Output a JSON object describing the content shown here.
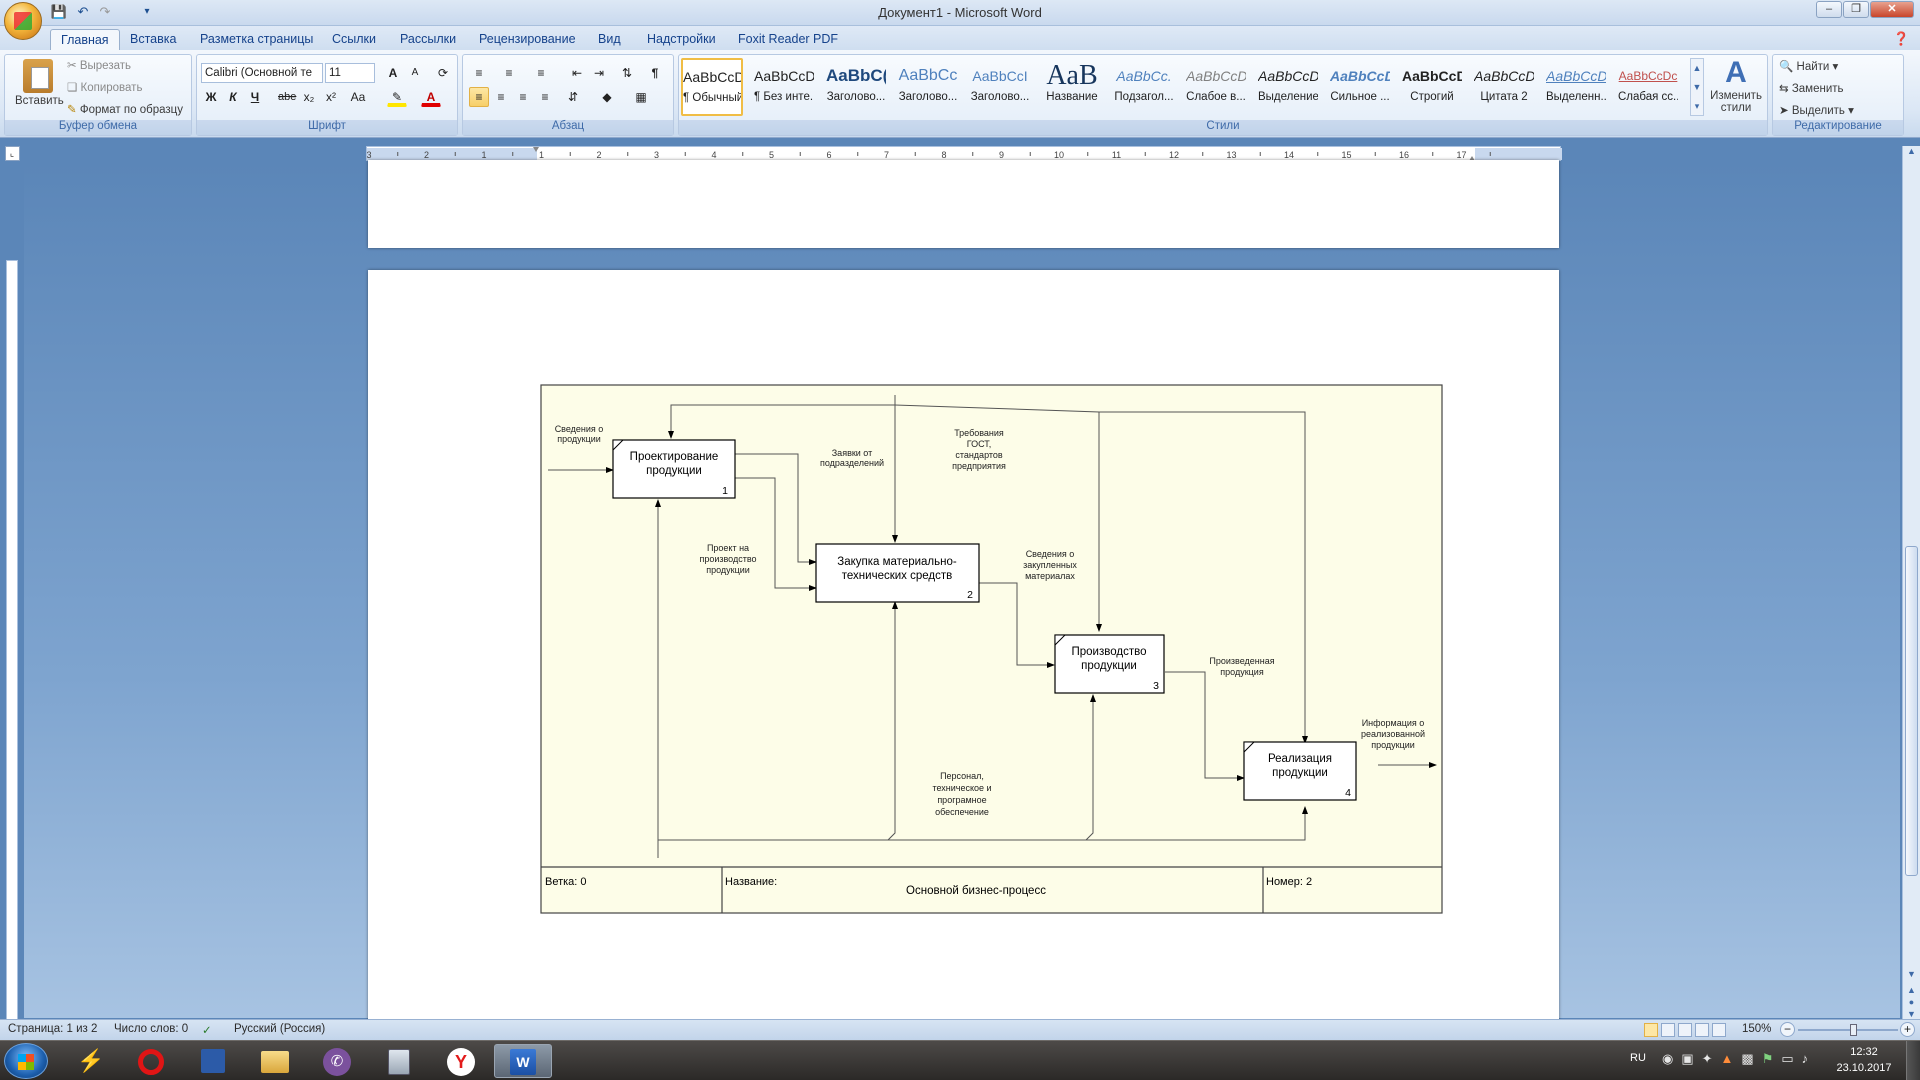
{
  "window": {
    "title": "Документ1 - Microsoft Word"
  },
  "tabs": [
    "Главная",
    "Вставка",
    "Разметка страницы",
    "Ссылки",
    "Рассылки",
    "Рецензирование",
    "Вид",
    "Надстройки",
    "Foxit Reader PDF"
  ],
  "clipboard": {
    "paste": "Вставить",
    "cut": "Вырезать",
    "copy": "Копировать",
    "format_painter": "Формат по образцу",
    "label": "Буфер обмена"
  },
  "font": {
    "name": "Calibri (Основной те",
    "size": "11",
    "label": "Шрифт",
    "bold": "Ж",
    "italic": "К",
    "underline": "Ч",
    "strike": "abe",
    "sub": "x₂",
    "sup": "x²",
    "case": "Aa",
    "grow": "A",
    "shrink": "A",
    "color_a": "A"
  },
  "paragraph": {
    "label": "Абзац"
  },
  "styles": {
    "label": "Стили",
    "items": [
      {
        "sample": "AaBbCcDc",
        "name": "¶ Обычный"
      },
      {
        "sample": "AaBbCcDc",
        "name": "¶ Без инте..."
      },
      {
        "sample": "AaBbC(",
        "name": "Заголово..."
      },
      {
        "sample": "AaBbCc",
        "name": "Заголово..."
      },
      {
        "sample": "AaBbCcI",
        "name": "Заголово..."
      },
      {
        "sample": "AaB",
        "name": "Название"
      },
      {
        "sample": "AaBbCc.",
        "name": "Подзагол..."
      },
      {
        "sample": "AaBbCcDc",
        "name": "Слабое в..."
      },
      {
        "sample": "AaBbCcDc",
        "name": "Выделение"
      },
      {
        "sample": "AaBbCcDc",
        "name": "Сильное ..."
      },
      {
        "sample": "AaBbCcDc",
        "name": "Строгий"
      },
      {
        "sample": "AaBbCcDc",
        "name": "Цитата 2"
      },
      {
        "sample": "AaBbCcDc",
        "name": "Выделенн..."
      },
      {
        "sample": "AaBbCcDc",
        "name": "Слабая сс..."
      }
    ],
    "change": "Изменить стили"
  },
  "editing": {
    "label": "Редактирование",
    "find": "Найти",
    "replace": "Заменить",
    "select": "Выделить"
  },
  "ruler": {
    "ticks": [
      "3",
      "2",
      "1",
      "1",
      "2",
      "3",
      "4",
      "5",
      "6",
      "7",
      "8",
      "9",
      "10",
      "11",
      "12",
      "13",
      "14",
      "15",
      "16",
      "17"
    ]
  },
  "diagram": {
    "boxes": [
      {
        "line1": "Проектирование",
        "line2": "продукции",
        "num": "1"
      },
      {
        "line1": "Закупка материально-",
        "line2": "технических средств",
        "num": "2"
      },
      {
        "line1": "Производство",
        "line2": "продукции",
        "num": "3"
      },
      {
        "line1": "Реализация",
        "line2": "продукции",
        "num": "4"
      }
    ],
    "labels": {
      "input1": [
        "Сведения о",
        "продукции"
      ],
      "requests": [
        "Заявки от",
        "подразделений"
      ],
      "gost": [
        "Требования",
        "ГОСТ,",
        "стандартов",
        "предприятия"
      ],
      "project": [
        "Проект на",
        "производство",
        "продукции"
      ],
      "purchased": [
        "Сведения о",
        "закупленных",
        "материалах"
      ],
      "produced": [
        "Произведенная",
        "продукция"
      ],
      "sold": [
        "Информация о",
        "реализованной",
        "продукции"
      ],
      "personnel": [
        "Персонал,",
        "техническое и",
        "програмное",
        "обеспечение"
      ]
    },
    "footer": {
      "branch": "Ветка: 0",
      "name_label": "Название:",
      "name": "Основной бизнес-процесс",
      "number": "Номер: 2"
    }
  },
  "status": {
    "page": "Страница: 1 из 2",
    "words": "Число слов: 0",
    "lang": "Русский (Россия)",
    "zoom": "150%"
  },
  "tray": {
    "lang": "RU",
    "time": "12:32",
    "date": "23.10.2017"
  }
}
